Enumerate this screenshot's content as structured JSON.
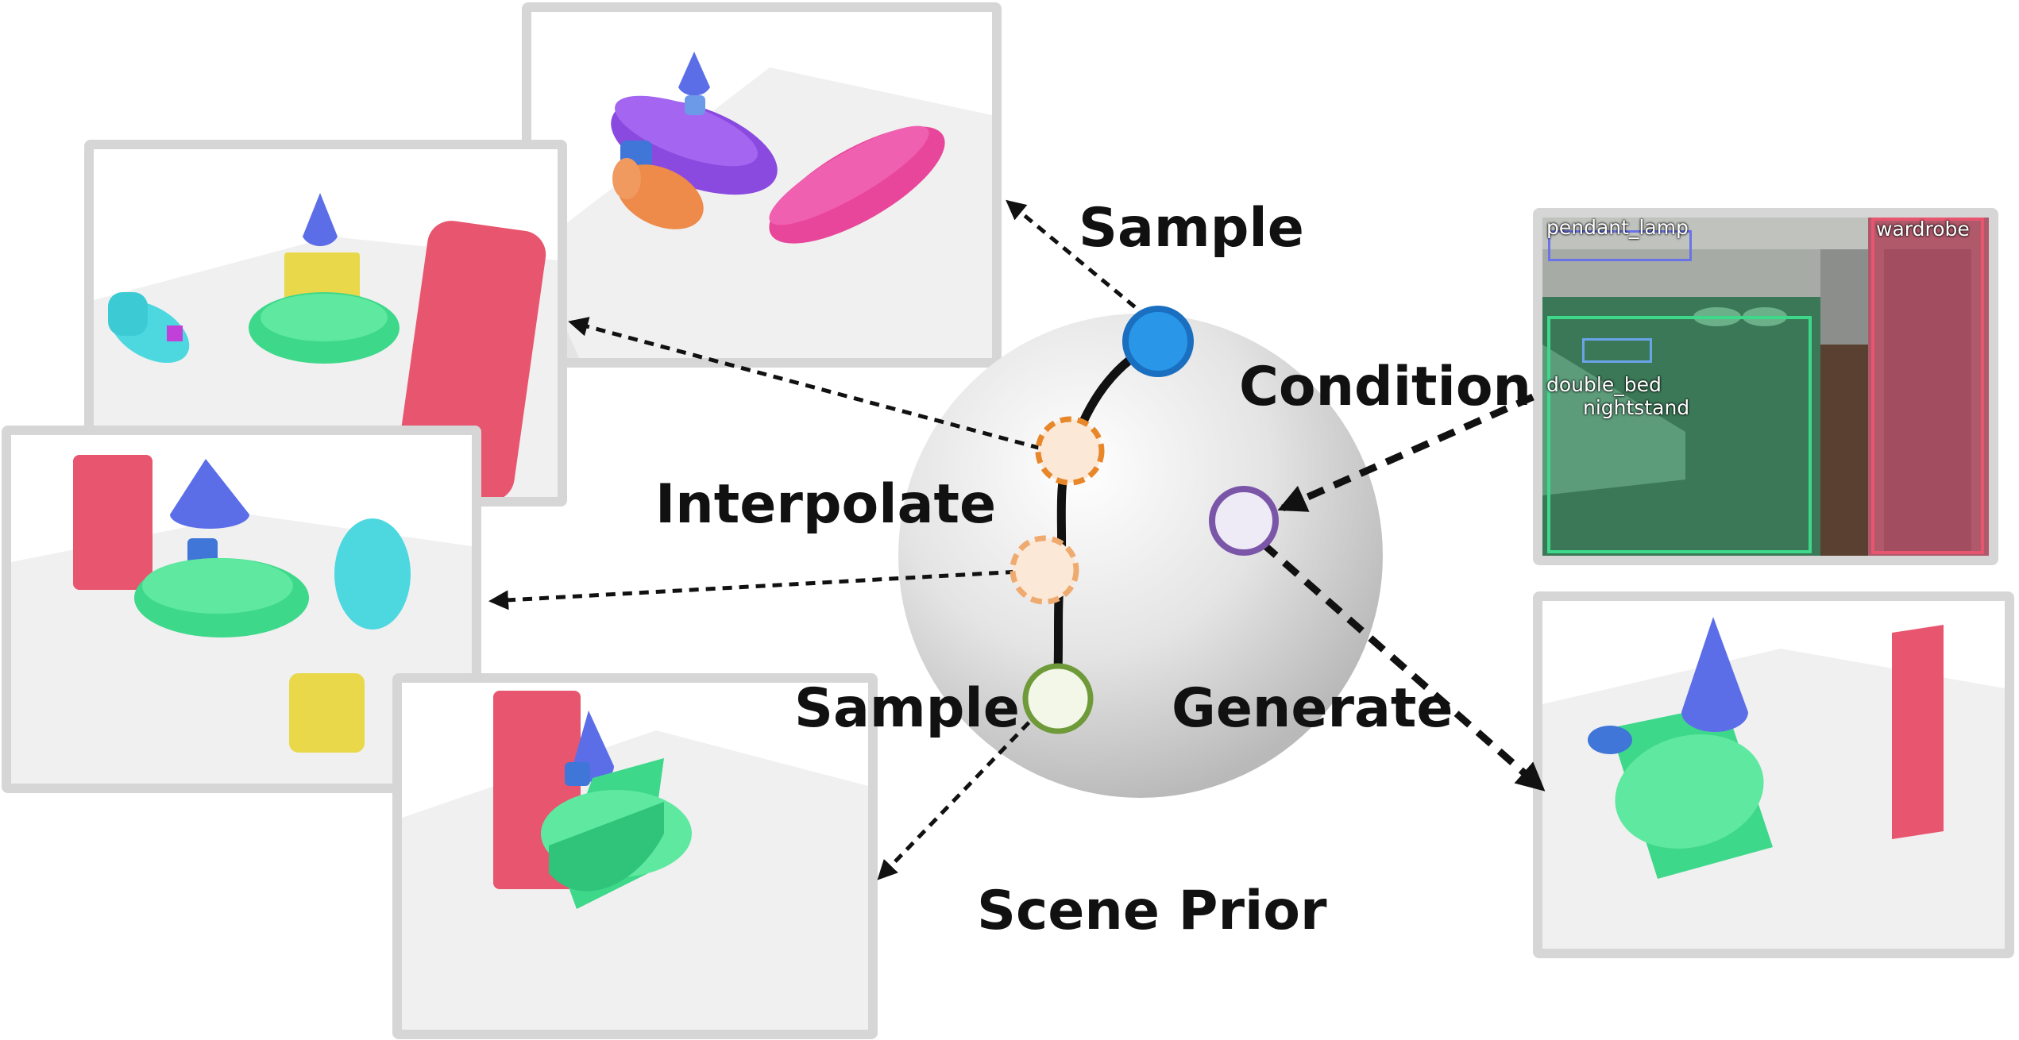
{
  "labels": {
    "sample_top": "Sample",
    "interpolate": "Interpolate",
    "sample_bottom": "Sample",
    "condition": "Condition",
    "generate": "Generate",
    "scene_prior": "Scene Prior"
  },
  "detections": {
    "pendant_lamp": "pendant_lamp",
    "wardrobe": "wardrobe",
    "double_bed": "double_bed",
    "nightstand": "nightstand"
  },
  "colors": {
    "bed": "#3ed88a",
    "wardrobe": "#e8556f",
    "lamp": "#5b6ee8",
    "nightstand": "#4a78d8",
    "sofa": "#e8469a",
    "purple_bed": "#8a4ae0",
    "chair": "#4dd8e0",
    "table": "#e8d84a",
    "orange_chair": "#ee8a4a",
    "sample_top_node": "#1f86d8",
    "sample_bottom_node": "#6f9a3a",
    "interp_node": "#e8862a",
    "condition_node": "#7a55a8"
  }
}
